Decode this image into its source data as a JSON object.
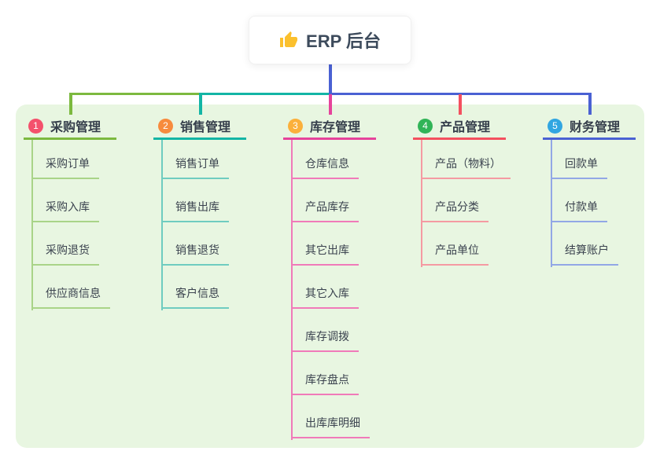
{
  "root": {
    "title": "ERP 后台",
    "icon": "thumbs-up-icon"
  },
  "branches": [
    {
      "num": "1",
      "title": "采购管理",
      "badge_color": "#f4516c",
      "line_color": "#7cb93f",
      "child_line_color": "#a9d488",
      "children": [
        "采购订单",
        "采购入库",
        "采购退货",
        "供应商信息"
      ]
    },
    {
      "num": "2",
      "title": "销售管理",
      "badge_color": "#f78b3d",
      "line_color": "#13b5a5",
      "child_line_color": "#6fccc0",
      "children": [
        "销售订单",
        "销售出库",
        "销售退货",
        "客户信息"
      ]
    },
    {
      "num": "3",
      "title": "库存管理",
      "badge_color": "#fbb03b",
      "line_color": "#e6439b",
      "child_line_color": "#f07ab9",
      "children": [
        "仓库信息",
        "产品库存",
        "其它出库",
        "其它入库",
        "库存调拨",
        "库存盘点",
        "出库库明细"
      ]
    },
    {
      "num": "4",
      "title": "产品管理",
      "badge_color": "#31b457",
      "line_color": "#f4505f",
      "child_line_color": "#f59aa2",
      "children": [
        "产品（物料）",
        "产品分类",
        "产品单位"
      ]
    },
    {
      "num": "5",
      "title": "财务管理",
      "badge_color": "#31a6e1",
      "line_color": "#4a61d3",
      "child_line_color": "#92a7e6",
      "children": [
        "回款单",
        "付款单",
        "结算账户"
      ]
    }
  ],
  "colors": {
    "panel_background": "#e8f6e1",
    "root_connector": "#4a61d3",
    "root_text": "#3d4b5c",
    "child_text": "#3b434f",
    "header_text": "#353e4b",
    "thumb_icon": "#FBC02D"
  }
}
